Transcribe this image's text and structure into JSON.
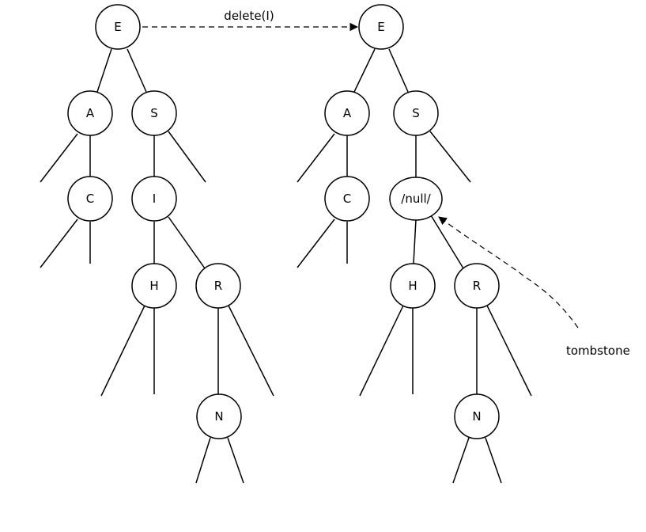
{
  "operation_label": "delete(I)",
  "annotation_label": "tombstone",
  "before_tree": {
    "nodes": {
      "E": "E",
      "A": "A",
      "S": "S",
      "C": "C",
      "I": "I",
      "H": "H",
      "R": "R",
      "N": "N"
    }
  },
  "after_tree": {
    "nodes": {
      "E": "E",
      "A": "A",
      "S": "S",
      "C": "C",
      "I": "/null/",
      "H": "H",
      "R": "R",
      "N": "N"
    }
  }
}
